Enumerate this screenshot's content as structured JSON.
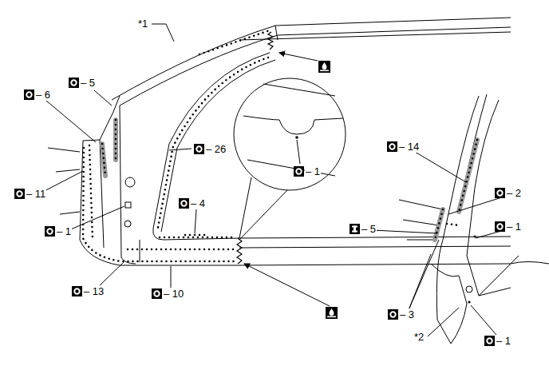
{
  "diagram": {
    "labels": [
      "*1",
      "– 5",
      "– 6",
      "– 26",
      "– 11",
      "– 1",
      "– 1",
      "– 4",
      "– 13",
      "– 10",
      "– 14",
      "– 2",
      "– 5",
      "– 1",
      "– 3",
      "*2",
      "– 1"
    ]
  }
}
